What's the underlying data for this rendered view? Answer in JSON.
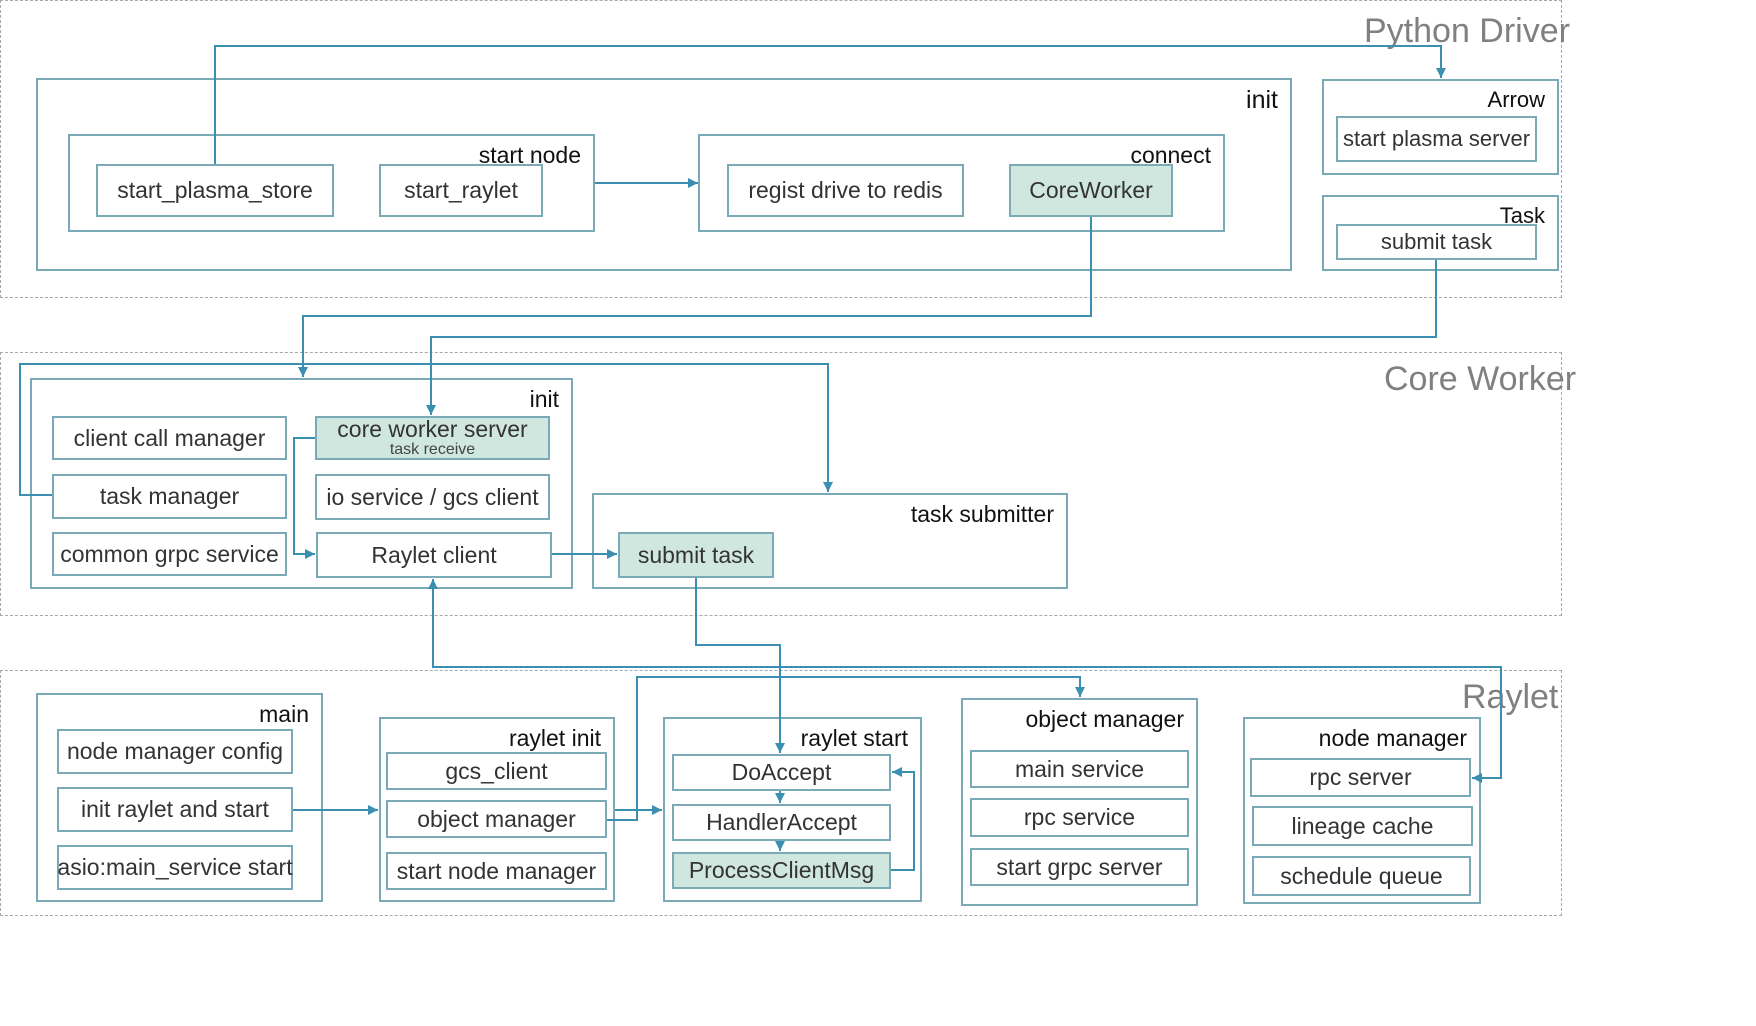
{
  "sections": {
    "python_driver": "Python Driver",
    "core_worker": "Core Worker",
    "raylet": "Raylet"
  },
  "python_driver": {
    "init": {
      "title": "init",
      "start_node": {
        "title": "start node",
        "start_plasma_store": "start_plasma_store",
        "start_raylet": "start_raylet"
      },
      "connect": {
        "title": "connect",
        "regist": "regist drive to redis",
        "coreworker": "CoreWorker"
      }
    },
    "arrow": {
      "title": "Arrow",
      "start_plasma_server": "start plasma server"
    },
    "task": {
      "title": "Task",
      "submit_task": "submit task"
    }
  },
  "core_worker": {
    "init": {
      "title": "init",
      "client_call_manager": "client call manager",
      "task_manager": "task manager",
      "common_grpc_service": "common grpc service",
      "core_worker_server": "core worker server",
      "core_worker_server_sub": "task receive",
      "io_service": "io service / gcs client",
      "raylet_client": "Raylet client"
    },
    "task_submitter": {
      "title": "task submitter",
      "submit_task": "submit task"
    }
  },
  "raylet": {
    "main": {
      "title": "main",
      "node_manager_config": "node manager config",
      "init_raylet": "init raylet  and start",
      "asio": "asio:main_service start"
    },
    "raylet_init": {
      "title": "raylet init",
      "gcs_client": "gcs_client",
      "object_manager": "object manager",
      "start_node_manager": "start node manager"
    },
    "raylet_start": {
      "title": "raylet start",
      "do_accept": "DoAccept",
      "handler_accept": "HandlerAccept",
      "process_client_msg": "ProcessClientMsg"
    },
    "object_manager": {
      "title": "object manager",
      "main_service": "main service",
      "rpc_service": "rpc service",
      "start_grpc_server": "start grpc server"
    },
    "node_manager": {
      "title": "node manager",
      "rpc_server": "rpc server",
      "lineage_cache": "lineage cache",
      "schedule_queue": "schedule queue"
    }
  },
  "colors": {
    "border": "#7aaab8",
    "line": "#3b8fb0",
    "highlight": "#cfe7de",
    "section_title": "#808080"
  }
}
